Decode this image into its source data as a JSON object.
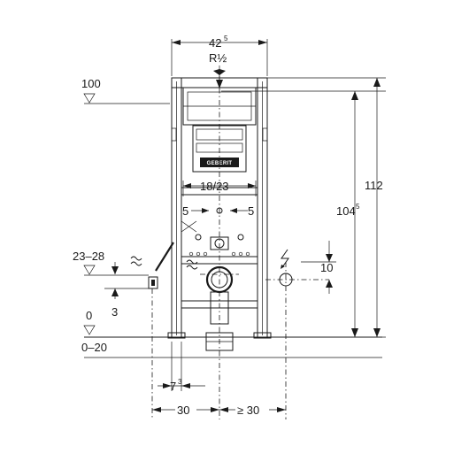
{
  "dimensions": {
    "top_width": {
      "base": "42",
      "sup": "5"
    },
    "thread": "R½",
    "level_100": "100",
    "level_0": "0",
    "level_range_0_20": "0–20",
    "range_23_28": "23–28",
    "dim_3": "3",
    "bracket_18_23": "18/23",
    "left_5": "5",
    "right_5": "5",
    "dim_10": "10",
    "height_112": "112",
    "height_104": {
      "base": "104",
      "sup": "5"
    },
    "dim_7": {
      "base": "7",
      "sup": "3"
    },
    "dim_30": "30",
    "dim_ge_30": "≥ 30"
  },
  "brand_label": "GEBERIT",
  "colors": {
    "line": "#1a1a1a",
    "background": "#ffffff"
  }
}
